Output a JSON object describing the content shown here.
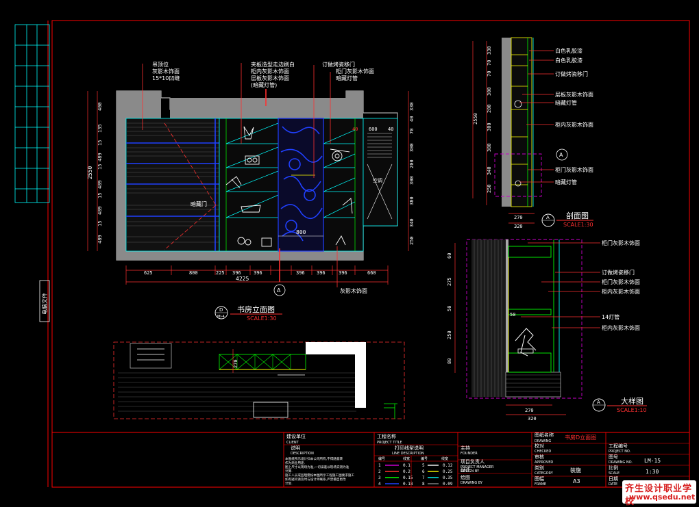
{
  "colors": {
    "background": "#000000",
    "frame": "#ff0000",
    "wall": "#aaaaaa",
    "dimension": "#ff3030",
    "annotation": "#ffffff",
    "green": "#00ff00",
    "cyan": "#00ffff",
    "yellow": "#ffff00",
    "magenta": "#cc00cc",
    "blue": "#2040ff"
  },
  "side_strip": {
    "label": "电脑文件"
  },
  "elevation": {
    "title": "书房立面图",
    "scale": "SCALE1:30",
    "marker_letter": "D",
    "marker_sub": "Ml-4",
    "section_marker": "A",
    "left_dims": [
      "400",
      "135",
      "15",
      "489",
      "15",
      "489",
      "15",
      "489",
      "15",
      "489"
    ],
    "left_total": "2550",
    "right_dims": [
      "330",
      "40",
      "70",
      "300",
      "200",
      "300",
      "380",
      "340",
      "250"
    ],
    "bottom_dims": [
      "625",
      "800",
      "225",
      "396",
      "396",
      "396",
      "396",
      "396",
      "660"
    ],
    "bottom_total": "4225",
    "inner_labels": {
      "door": "暗藏门",
      "dim_800": "800",
      "dim_40a": "40",
      "dim_600": "600",
      "dim_40b": "40",
      "tag": "空调"
    },
    "callouts_a": [
      "吊顶位",
      "灰影木饰面",
      "15*10凹缝"
    ],
    "callouts_b": [
      "夹板造型走边刷白",
      "柜内灰影木饰面",
      "层板灰影木饰面",
      "(暗藏灯管)"
    ],
    "callouts_c": [
      "订做烤瓷移门",
      "柜门灰影木饰面",
      "暗藏灯管"
    ],
    "callout_bottom": "灰影木饰面"
  },
  "section": {
    "title": "剖面图",
    "scale": "SCALE1:30",
    "marker_letter": "A",
    "height": "2550",
    "dims": [
      "330",
      "70",
      "70",
      "300",
      "200",
      "300",
      "380",
      "340",
      "250"
    ],
    "bottom_dims": [
      "270",
      "320"
    ],
    "labels": [
      "白色乳胶漆",
      "白色乳胶漆",
      "订做烤瓷移门",
      "层板灰影木饰面",
      "暗藏灯管",
      "柜内灰影木饰面",
      "柜门灰影木饰面",
      "暗藏灯管"
    ]
  },
  "detail": {
    "title": "大样图",
    "scale": "SCALE1:10",
    "marker_letter": "A",
    "dims": [
      "60",
      "275",
      "50",
      "250",
      "80"
    ],
    "bottom_dims": [
      "270",
      "320"
    ],
    "small_dim": "50",
    "labels": [
      "柜门灰影木饰面",
      "订做烤瓷移门",
      "柜门灰影木饰面",
      "柜内灰影木饰面",
      "14灯管",
      "柜内灰影木饰面"
    ]
  },
  "plan": {
    "dim": "270"
  },
  "title_block": {
    "client_cn": "建设单位",
    "client_en": "CLIENT",
    "notes_cn": "说明",
    "notes_en": "DESCRIPTION",
    "notes_text": [
      "本图纸所示设计归本公司所有,不得随意转",
      "作为商业用途.",
      "图上尺寸以现场为准,一切误差以现场实测为准",
      "计算.",
      "施工人员或监理需按本图所示工程施工图要求施工",
      "如有疑问请及时与设计师联系,严禁擅自更改",
      "计划."
    ],
    "project_cn": "工程名称",
    "project_en": "PROJECT TITLE",
    "line_cn": "打印线型说明",
    "line_en": "LINE DESCRIPTION",
    "line_head": [
      "编号",
      "线宽",
      "编号",
      "线宽"
    ],
    "line_rows": [
      [
        "1",
        "0.1",
        "5",
        "0.12"
      ],
      [
        "2",
        "0.2",
        "6",
        "0.25"
      ],
      [
        "3",
        "0.15",
        "7",
        "0.35"
      ],
      [
        "4",
        "0.18",
        "8",
        "0.09"
      ]
    ],
    "roles": [
      {
        "cn": "主持",
        "en": "FOUNDER"
      },
      {
        "cn": "项目负责人",
        "en": "PROJECT MANAGER"
      },
      {
        "cn": "设计",
        "en": "DESIGN BY"
      },
      {
        "cn": "绘图",
        "en": "DRAWING BY"
      }
    ],
    "drawing_name_cn": "图纸名称",
    "drawing_name_en": "DRAWING",
    "drawing_name_value": "书房D立面图",
    "checks": [
      {
        "cn": "校对",
        "en": "CHECKED"
      },
      {
        "cn": "审核",
        "en": "APPROVED"
      },
      {
        "cn": "类别",
        "en": "CATEGORY"
      },
      {
        "cn": "图幅",
        "en": "FRAME"
      }
    ],
    "category_value": "装施",
    "frame_value": "A3",
    "job_cn": "工程编号",
    "job_en": "PROJECT NO.",
    "drawing_no_cn": "图号",
    "drawing_no_en": "DRAWING NO.",
    "drawing_no_value": "LM-15",
    "scale_cn": "比例",
    "scale_en": "SCALE",
    "scale_value": "1:30",
    "date_cn": "日期",
    "date_en": "DATE"
  },
  "watermark": {
    "line1": "齐生设计职业学校",
    "line2": "www.qsedu.net"
  }
}
